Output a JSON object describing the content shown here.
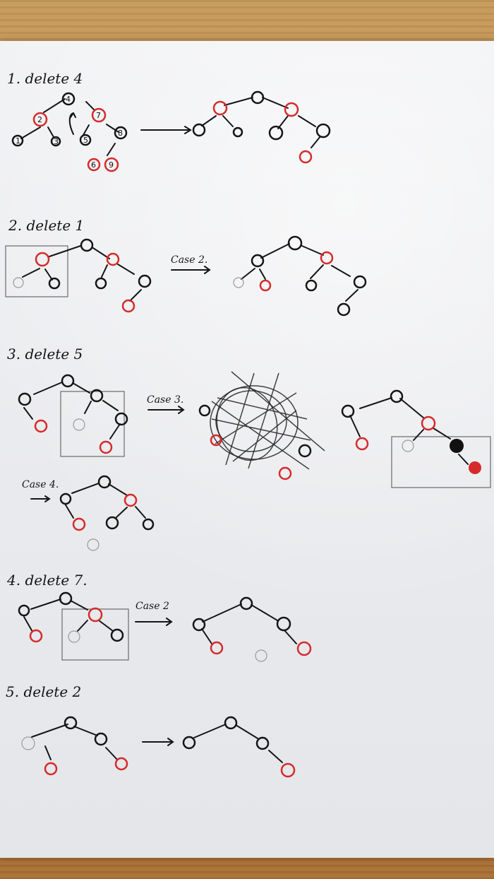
{
  "steps": [
    {
      "heading": "1. delete 4"
    },
    {
      "heading": "2. delete 1",
      "case_label": "Case 2."
    },
    {
      "heading": "3. delete 5",
      "case_label": "Case 3.",
      "case_label_2": "Case 4."
    },
    {
      "heading": "4. delete 7.",
      "case_label": "Case 2"
    },
    {
      "heading": "5. delete 2"
    }
  ],
  "colors": {
    "black_node": "#151515",
    "red_node": "#d52b2b"
  }
}
